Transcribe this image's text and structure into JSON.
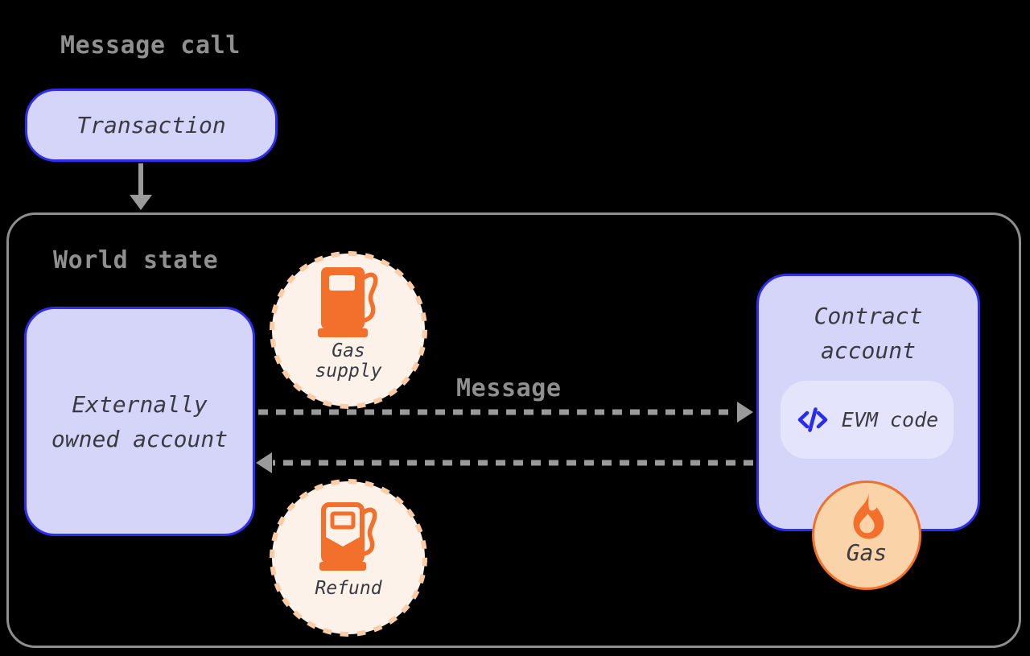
{
  "title": "Message call",
  "transaction": {
    "label": "Transaction"
  },
  "world_state": {
    "label": "World state",
    "eoa": {
      "line1": "Externally",
      "line2": "owned account"
    },
    "gas_supply": {
      "line1": "Gas",
      "line2": "supply"
    },
    "message_label": "Message",
    "refund": {
      "label": "Refund"
    },
    "contract": {
      "line1": "Contract",
      "line2": "account",
      "evm_code": {
        "label": "EVM code"
      },
      "gas": {
        "label": "Gas"
      }
    }
  },
  "icons": {
    "transaction_flow": "down-arrow-icon",
    "message_flow": "dashed-arrow-right-icon",
    "return_flow": "dashed-arrow-left-icon",
    "gas_supply": "gas-pump-icon",
    "refund": "gas-pump-refund-icon",
    "evm_code": "code-brackets-icon",
    "gas": "flame-icon"
  },
  "colors": {
    "background": "#000000",
    "label_gray": "#8f8f8f",
    "arrow_gray": "#9a9a9a",
    "container_border": "#8e8e8e",
    "node_fill": "#d5d5fa",
    "node_border": "#2e2ef2",
    "pill_fill": "#e4e4fc",
    "code_blue": "#2b2bf0",
    "text_dark": "#3a3a42",
    "cream_fill": "#fdf2e9",
    "peach_dash": "#fbcca6",
    "orange": "#f2702b",
    "gas_circle_fill": "#fbd3a9"
  }
}
